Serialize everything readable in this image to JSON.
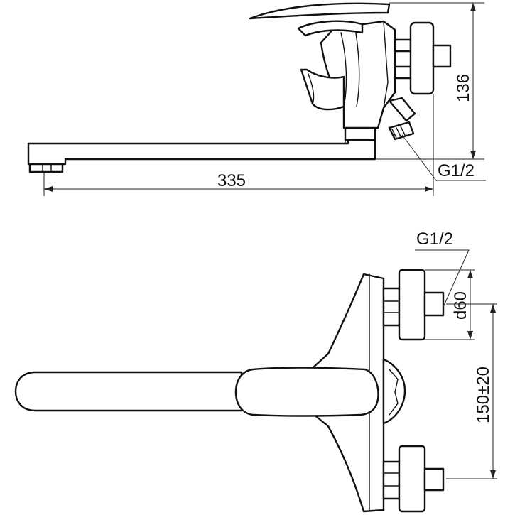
{
  "dimensions": {
    "length": "335",
    "height": "136",
    "thread_side": "G1/2",
    "thread_top": "G1/2",
    "eccentric_diameter": "d60",
    "center_distance": "150±20"
  }
}
